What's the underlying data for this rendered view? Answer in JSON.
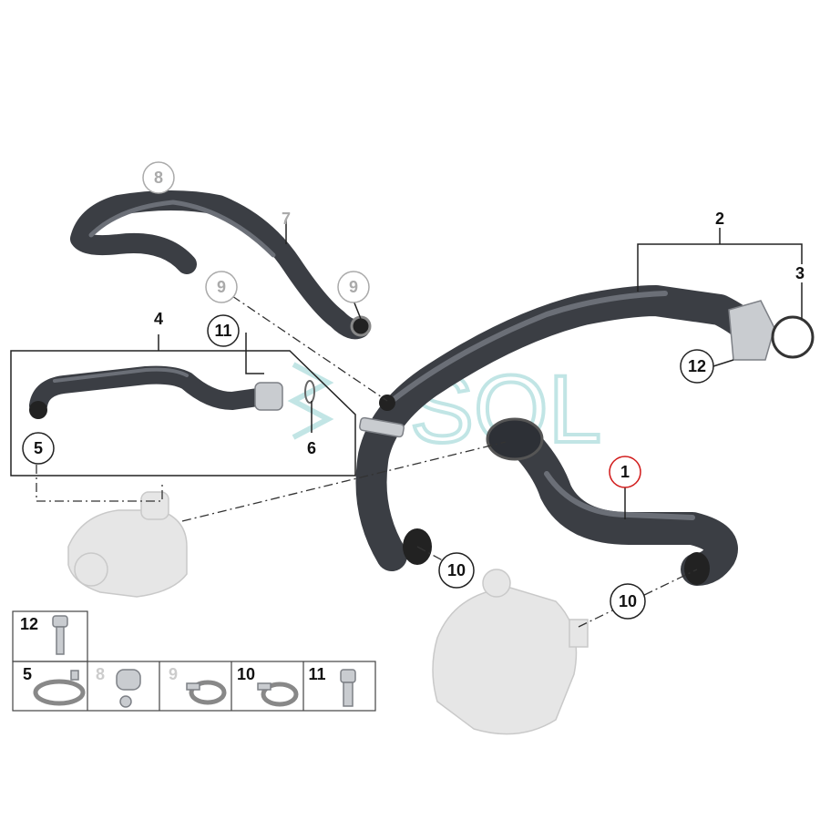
{
  "callouts": {
    "c1": "1",
    "c2": "2",
    "c3": "3",
    "c4": "4",
    "c5": "5",
    "c6": "6",
    "c7": "7",
    "c8": "8",
    "c9a": "9",
    "c9b": "9",
    "c10a": "10",
    "c10b": "10",
    "c11": "11",
    "c12": "12"
  },
  "highlight_color": "#d11a1a",
  "parts_table": [
    {
      "number": "12",
      "icon": "bolt-icon"
    },
    {
      "number": "5",
      "icon": "spring-clamp-icon"
    },
    {
      "number": "8",
      "icon": "hose-clip-icon"
    },
    {
      "number": "9",
      "icon": "hose-clamp-icon"
    },
    {
      "number": "10",
      "icon": "hose-clamp-icon"
    },
    {
      "number": "11",
      "icon": "collar-bolt-icon"
    }
  ],
  "watermark": "SOL",
  "watermark_color": "#8fd0d0"
}
